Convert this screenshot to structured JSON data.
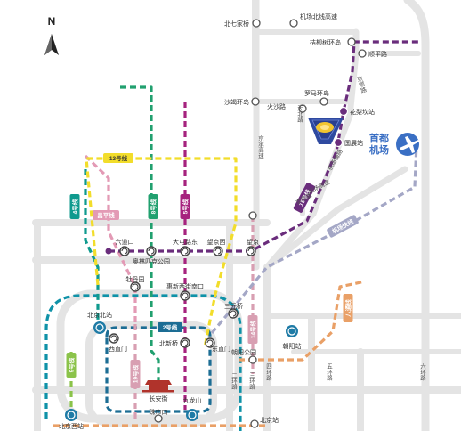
{
  "compass": {
    "label": "N"
  },
  "colors": {
    "line2": "#1c6d94",
    "line4": "#0f9a8e",
    "line5": "#a6237e",
    "line8": "#21a06f",
    "line9": "#8bc34a",
    "line10": "#0f92a8",
    "line13": "#f2dd2b",
    "line14": "#d89fb2",
    "line15": "#6a2d7c",
    "airport_express": "#a4a7c6",
    "changping": "#e39ab5",
    "batong": "#e9a067",
    "line1": "#b0332b",
    "subway_badge": "#1f7ba6",
    "airport_badge": "#3a6fc4",
    "road": "#e4e4e4"
  },
  "line_tags": [
    {
      "id": "l13",
      "text": "13号线",
      "color": "#f2dd2b",
      "text_color": "#333333"
    },
    {
      "id": "l15",
      "text": "15号线",
      "color": "#6a2d7c",
      "text_color": "#ffffff"
    },
    {
      "id": "l4",
      "text": "4号线",
      "color": "#0f9a8e",
      "text_color": "#ffffff"
    },
    {
      "id": "lcp",
      "text": "昌平线",
      "color": "#e39ab5",
      "text_color": "#ffffff"
    },
    {
      "id": "l8",
      "text": "8号线",
      "color": "#21a06f",
      "text_color": "#ffffff"
    },
    {
      "id": "l5",
      "text": "5号线",
      "color": "#a6237e",
      "text_color": "#ffffff"
    },
    {
      "id": "l2",
      "text": "2号线",
      "color": "#1c6d94",
      "text_color": "#ffffff"
    },
    {
      "id": "l9",
      "text": "9号线",
      "color": "#8bc34a",
      "text_color": "#ffffff"
    },
    {
      "id": "l19",
      "text": "19号线",
      "color": "#d89fb2",
      "text_color": "#ffffff"
    },
    {
      "id": "l14",
      "text": "14号线",
      "color": "#d89fb2",
      "text_color": "#ffffff"
    },
    {
      "id": "lbt",
      "text": "八通线",
      "color": "#e9a067",
      "text_color": "#ffffff"
    },
    {
      "id": "lae",
      "text": "机场快线",
      "color": "#a4a7c6",
      "text_color": "#ffffff"
    }
  ],
  "stations": [
    {
      "id": "beiqijia",
      "name": "北七家桥"
    },
    {
      "id": "jichangbeixian",
      "name": "机场北线高速"
    },
    {
      "id": "jiejiashu",
      "name": "桔柳树环岛"
    },
    {
      "id": "shunpinglu",
      "name": "顺平路"
    },
    {
      "id": "shawo",
      "name": "沙竭环岛"
    },
    {
      "id": "luoma",
      "name": "罗马环岛"
    },
    {
      "id": "huoshalu",
      "name": "火沙路"
    },
    {
      "id": "huali",
      "name": "花梨坎站"
    },
    {
      "id": "guozhan",
      "name": "国展站"
    },
    {
      "id": "liudaokou",
      "name": "六道口"
    },
    {
      "id": "datunlu",
      "name": "大屯路东"
    },
    {
      "id": "aolin",
      "name": "奥林匹克公园"
    },
    {
      "id": "wangjingxi",
      "name": "望京西"
    },
    {
      "id": "wangjing",
      "name": "望京"
    },
    {
      "id": "mudanyuan",
      "name": "牡丹园"
    },
    {
      "id": "huixinxi",
      "name": "惠新西街南口"
    },
    {
      "id": "sanyuanqiao",
      "name": "三元桥"
    },
    {
      "id": "beijingbei",
      "name": "北京北站"
    },
    {
      "id": "beixinqiao",
      "name": "北新桥"
    },
    {
      "id": "dongzhimen",
      "name": "东直门"
    },
    {
      "id": "xizhimen",
      "name": "西直门"
    },
    {
      "id": "chaoyanggongyuan",
      "name": "朝阳公园"
    },
    {
      "id": "chaoyangzhan",
      "name": "朝阳站"
    },
    {
      "id": "tiananmen",
      "name": "长安街"
    },
    {
      "id": "zhushikou",
      "name": "珠市口"
    },
    {
      "id": "beijingzhan",
      "name": "北京站"
    },
    {
      "id": "jiulongshan",
      "name": "九龙山"
    },
    {
      "id": "beijingxi",
      "name": "北京西站"
    }
  ],
  "road_labels": [
    {
      "id": "jingcheng",
      "text": "京承高速"
    },
    {
      "id": "tianbei",
      "text": "天北路"
    },
    {
      "id": "jingshun",
      "text": "京顺路"
    },
    {
      "id": "jichangluneg",
      "text": "机场高速"
    },
    {
      "id": "jichangfudao",
      "text": "机场辅路"
    },
    {
      "id": "jingmi",
      "text": "京密路"
    },
    {
      "id": "erhuan",
      "text": "二环路"
    },
    {
      "id": "sanhuan",
      "text": "三环路"
    },
    {
      "id": "sihuan",
      "text": "四环路"
    },
    {
      "id": "wuhuan",
      "text": "五环路"
    },
    {
      "id": "liuhuan",
      "text": "六环路"
    }
  ],
  "airport": {
    "line1": "首都",
    "line2": "机场"
  },
  "landmarks": {
    "tiananmen": "长安街"
  }
}
